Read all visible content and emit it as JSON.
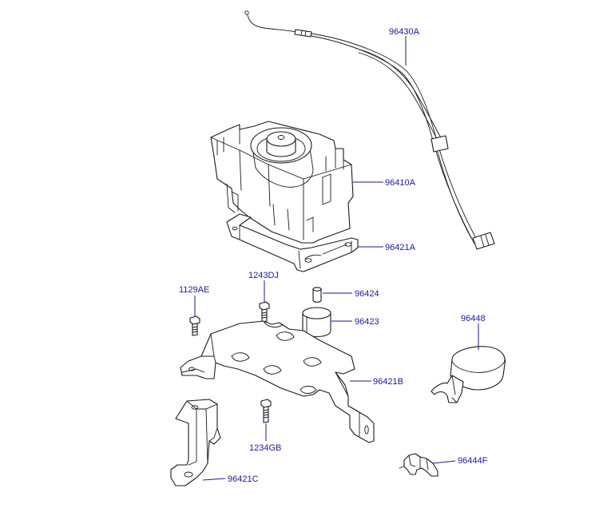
{
  "labels": {
    "cable": "96430A",
    "actuator": "96410A",
    "actuator_bracket": "96421A",
    "bolt_1129ae": "1129AE",
    "bolt_1243dj": "1243DJ",
    "pin": "96424",
    "bushing": "96423",
    "cover": "96448",
    "main_bracket": "96421B",
    "bolt_1234gb": "1234GB",
    "side_bracket": "96421C",
    "clip": "96444F"
  },
  "colors": {
    "label_text": "#1a1a9a",
    "leader_line": "#1a1a8a",
    "part_outline": "#1a1a1a",
    "background": "#ffffff"
  }
}
